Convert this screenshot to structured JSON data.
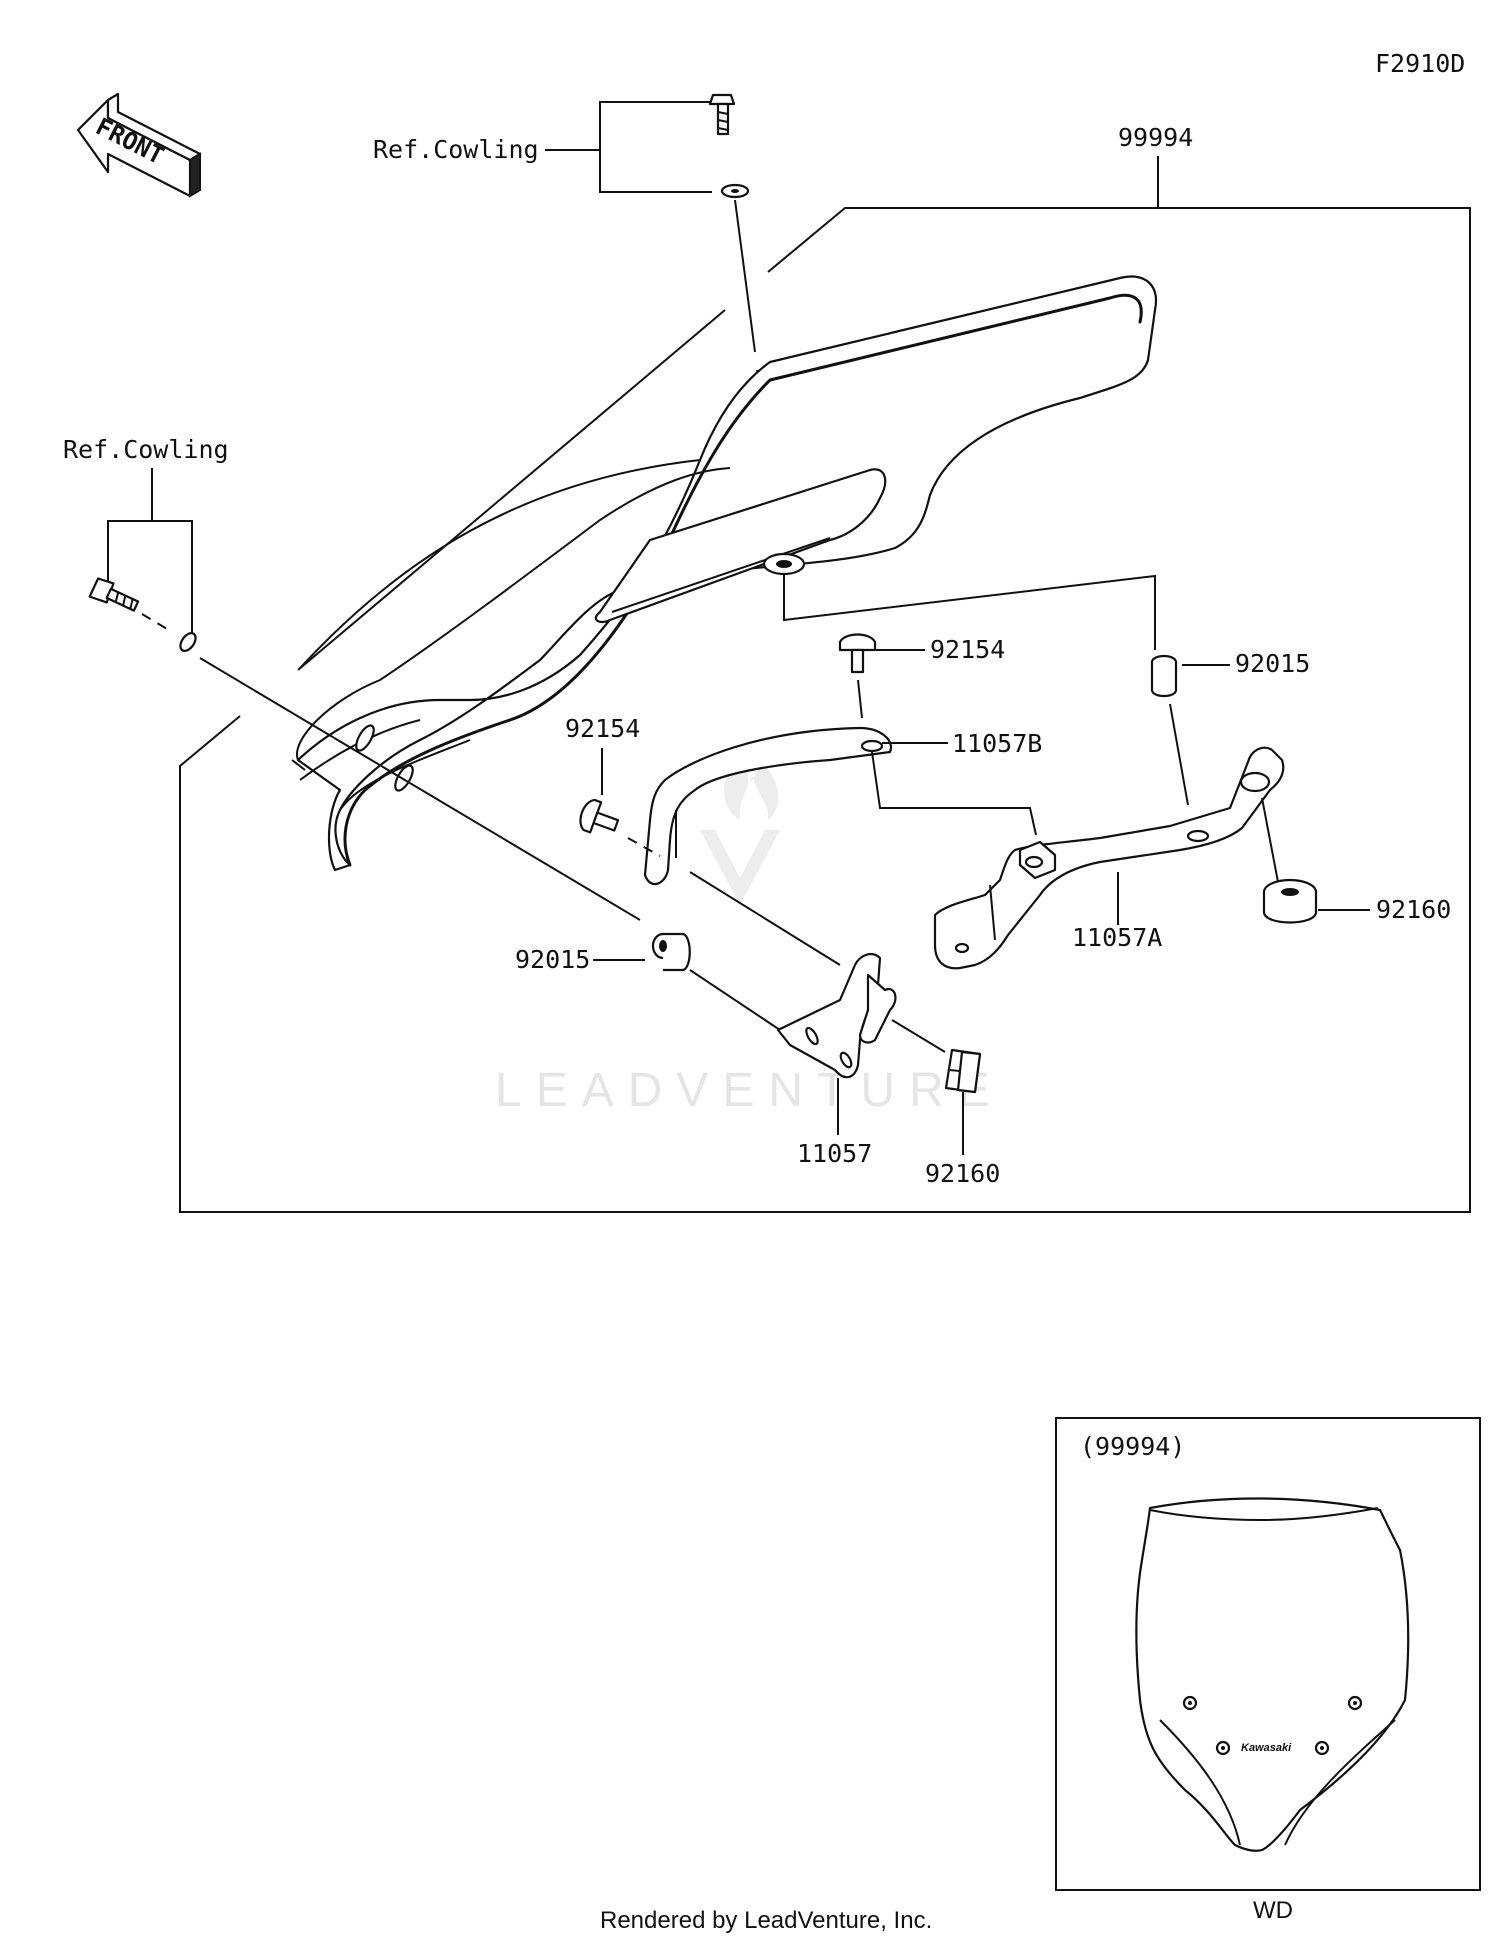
{
  "diagram": {
    "code": "F2910D",
    "orientation_label": "FRONT",
    "ref_labels": [
      "Ref.Cowling",
      "Ref.Cowling"
    ],
    "parts": {
      "windshield": "99994",
      "stay_upper_screw": "92154",
      "stay_upper_collar": "92015",
      "stay_b": "11057B",
      "stay_a": "11057A",
      "damper_right": "92160",
      "stay_lower_screw": "92154",
      "stay_lower_collar": "92015",
      "stay": "11057",
      "damper_lower": "92160"
    },
    "inset": {
      "title": "(99994)",
      "logo": "Kawasaki",
      "caption": "WD"
    },
    "watermark": "LEADVENTURE",
    "footer": "Rendered by LeadVenture, Inc."
  }
}
